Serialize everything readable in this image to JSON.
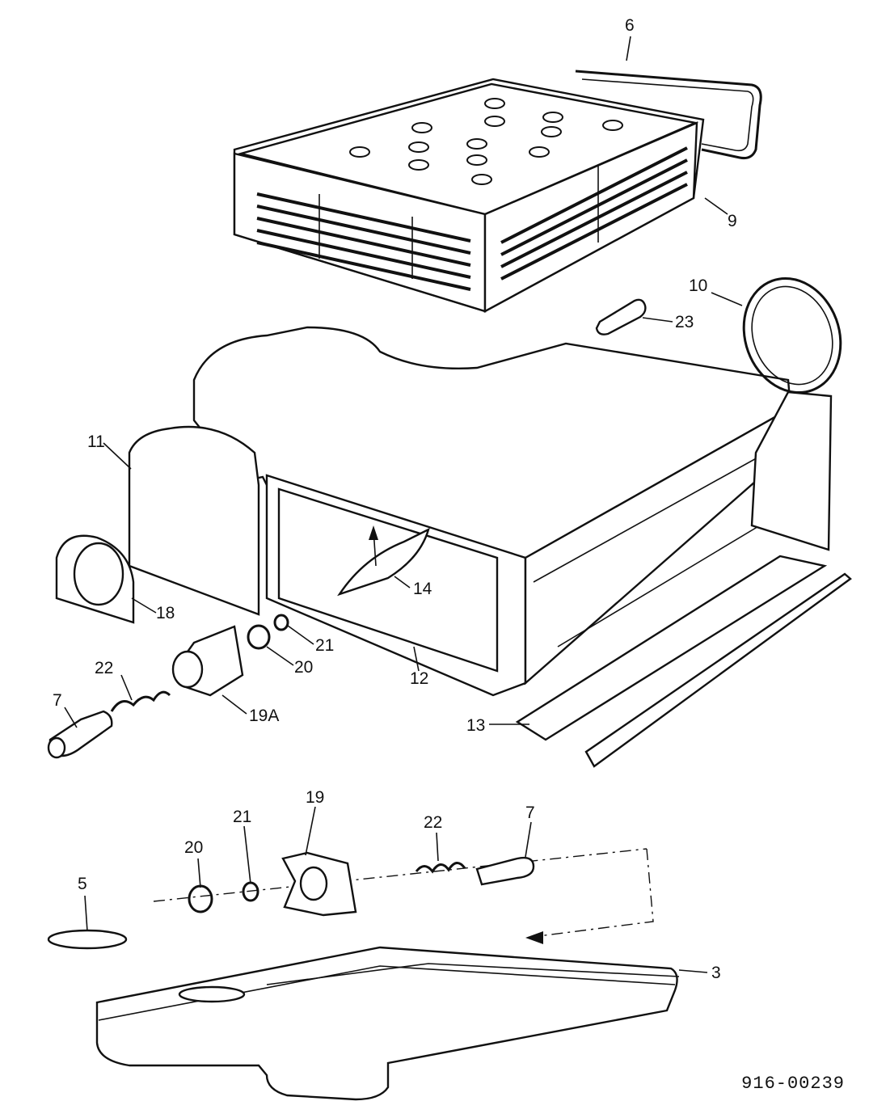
{
  "labels": {
    "p6": "6",
    "p9": "9",
    "p10": "10",
    "p23": "23",
    "p11": "11",
    "p14": "14",
    "p18": "18",
    "p21a": "21",
    "p20a": "20",
    "p12": "12",
    "p22a": "22",
    "p7a": "7",
    "p19a": "19A",
    "p13": "13",
    "p19": "19",
    "p21b": "21",
    "p22b": "22",
    "p7b": "7",
    "p20b": "20",
    "p5": "5",
    "p3": "3"
  },
  "drawing_number": "916-00239"
}
